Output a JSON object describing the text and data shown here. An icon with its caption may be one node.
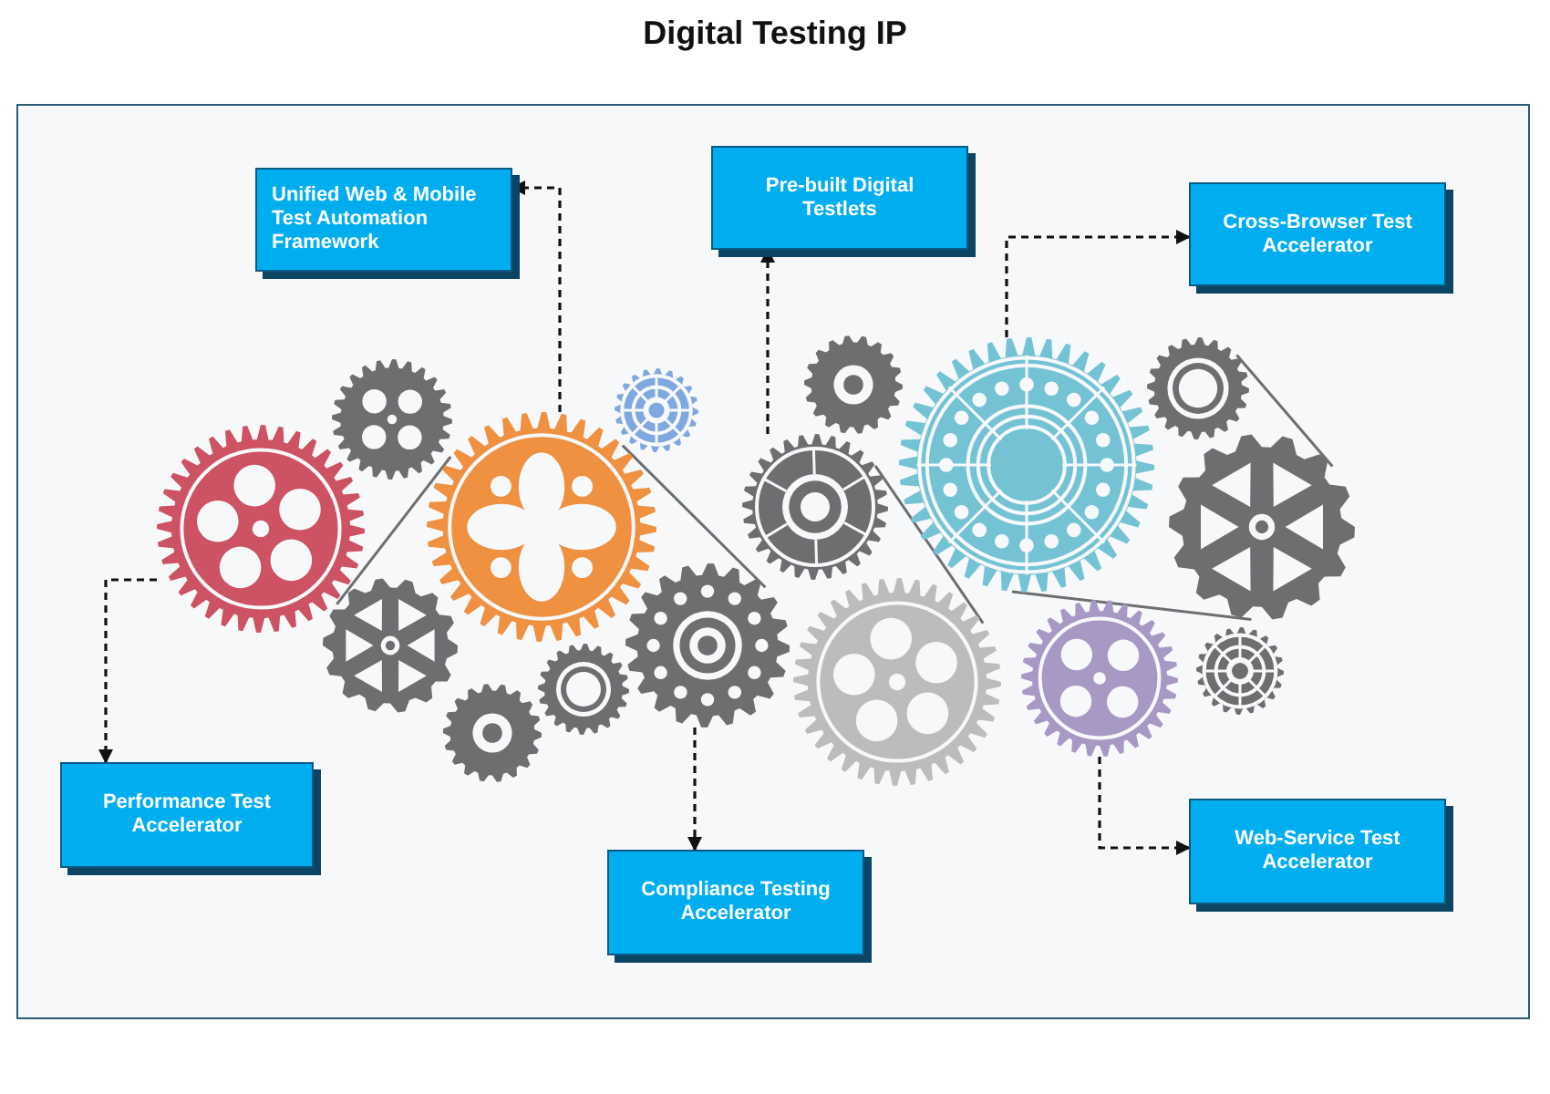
{
  "diagram": {
    "title": "Digital Testing IP",
    "nodes": [
      {
        "text": [
          "Unified Web & Mobile Test Automation Framework"
        ]
      },
      {
        "text": [
          "Pre-built Digital Testlets"
        ]
      },
      {
        "text": [
          "Cross-Browser Test Accelerator"
        ]
      },
      {
        "text": [],
        "shape": "gear"
      },
      {
        "text": [],
        "shape": "gear"
      },
      {
        "text": [],
        "shape": "gear"
      },
      {
        "text": [],
        "shape": "gear"
      },
      {
        "text": [],
        "shape": "gear"
      },
      {
        "text": [],
        "shape": "gear"
      },
      {
        "text": [
          "Performance Test Accelerator"
        ]
      },
      {
        "text": [
          "Compliance Testing Accelerator"
        ]
      },
      {
        "text": [
          "Web-Service Test Accelerator"
        ]
      },
      {
        "text": [],
        "shape": "gear"
      },
      {
        "text": [],
        "shape": "gear"
      },
      {
        "text": [],
        "shape": "gear"
      },
      {
        "text": [],
        "shape": "gear"
      },
      {
        "text": [],
        "shape": "gear"
      },
      {
        "text": [],
        "shape": "gear"
      },
      {
        "text": [],
        "shape": "gear"
      },
      {
        "text": [],
        "shape": "gear"
      },
      {
        "text": [],
        "shape": "gear"
      },
      {
        "text": [],
        "shape": "gear"
      }
    ],
    "edges": [
      {
        "from": 4,
        "to": 0,
        "arrow": "to",
        "style": "dashed",
        "color": "#111111"
      },
      {
        "from": 5,
        "to": 1,
        "arrow": "to",
        "style": "dashed",
        "color": "#111111"
      },
      {
        "from": 6,
        "to": 2,
        "arrow": "to",
        "style": "dashed",
        "color": "#111111"
      },
      {
        "from": 3,
        "to": 9,
        "arrow": "to",
        "style": "dashed",
        "color": "#111111"
      },
      {
        "from": 7,
        "to": 10,
        "arrow": "to",
        "style": "dashed",
        "color": "#111111"
      },
      {
        "from": 8,
        "to": 11,
        "arrow": "to",
        "style": "dashed",
        "color": "#111111"
      },
      {
        "from": 4,
        "to": 13,
        "arrow": "none",
        "color": "#6d6e70"
      },
      {
        "from": 4,
        "to": 7,
        "arrow": "none",
        "color": "#6d6e70"
      },
      {
        "from": 5,
        "to": 18,
        "arrow": "none",
        "color": "#6d6e70"
      },
      {
        "from": 19,
        "to": 21,
        "arrow": "none",
        "color": "#6d6e70"
      },
      {
        "from": 6,
        "to": 21,
        "arrow": "none",
        "color": "#6d6e70"
      }
    ]
  }
}
